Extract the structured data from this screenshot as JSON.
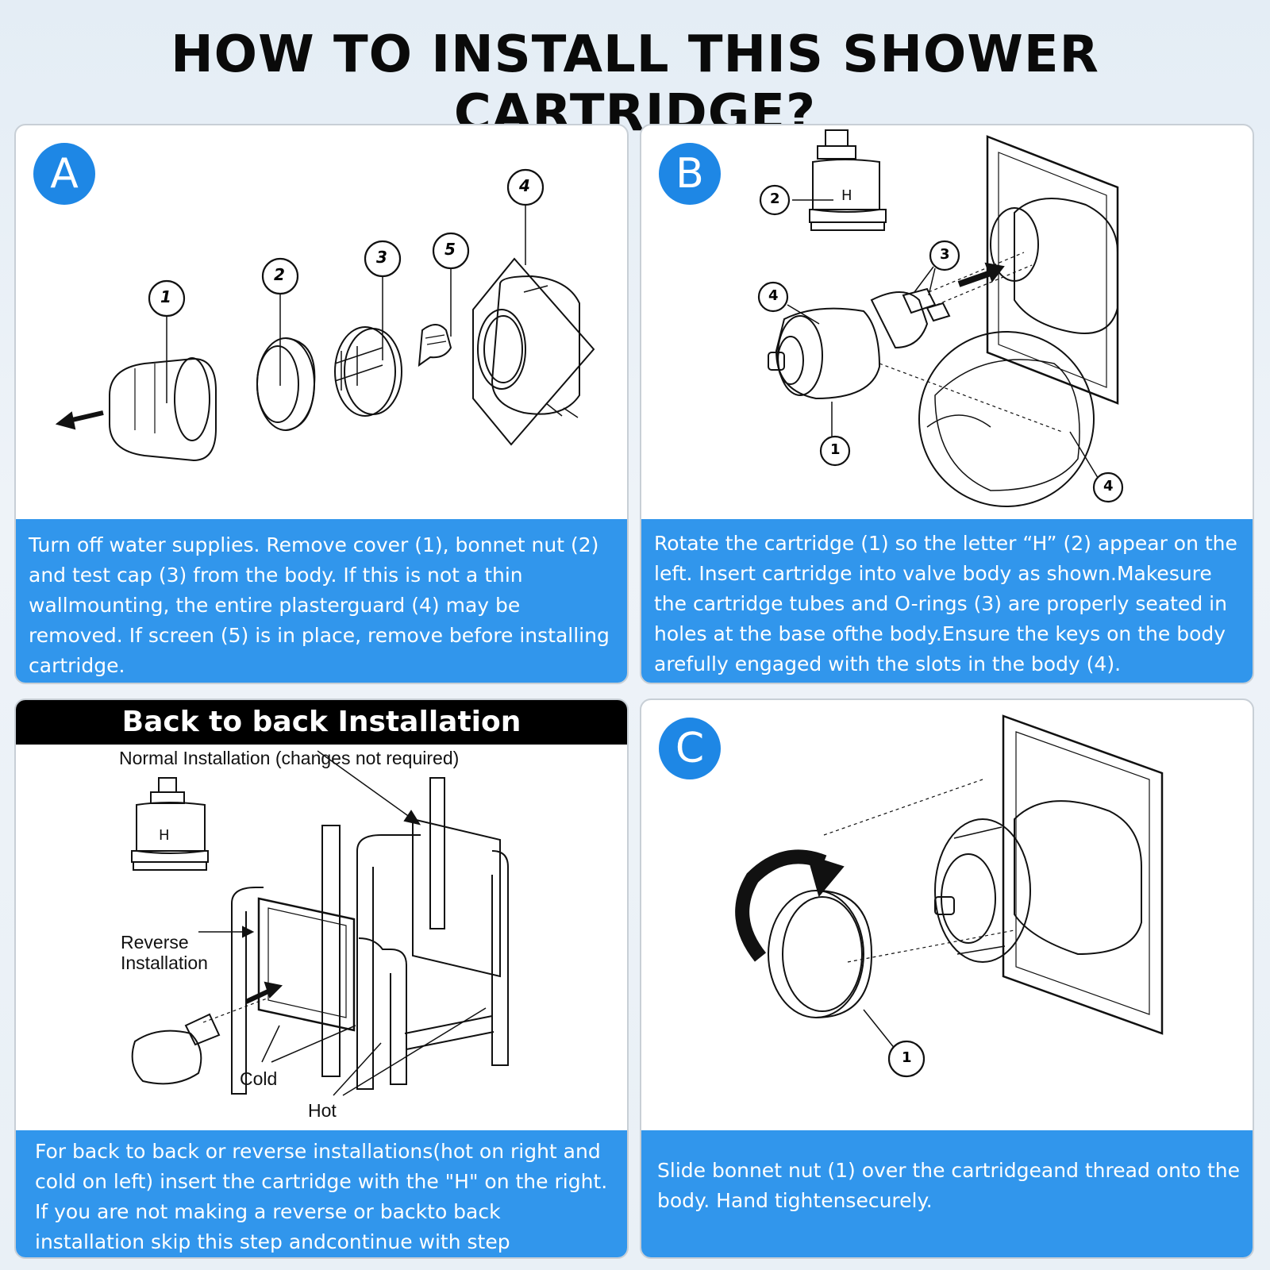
{
  "title": "HOW TO INSTALL THIS SHOWER CARTRIDGE?",
  "panel_a": {
    "badge": "A",
    "callouts": [
      "1",
      "2",
      "3",
      "5",
      "4"
    ],
    "caption": "Turn off water supplies. Remove cover (1), bonnet nut (2) and test cap (3) from the body. If this is not a thin wallmounting, the entire plasterguard (4) may be removed. If screen (5) is in place, remove before installing cartridge."
  },
  "panel_b": {
    "badge": "B",
    "callouts": [
      "2",
      "3",
      "4",
      "1",
      "4"
    ],
    "caption": "Rotate the cartridge (1) so the letter “H” (2) appear on the left. Insert cartridge into valve body as shown.Makesure the cartridge tubes and O-rings (3) are properly seated in holes at the base ofthe body.Ensure the keys on the body arefully engaged with the slots in the body (4)."
  },
  "panel_btb": {
    "header": "Back to back Installation",
    "normal_label": "Normal Installation (changes not required)",
    "reverse_label_1": "Reverse",
    "reverse_label_2": "Installation",
    "cold_label": "Cold",
    "hot_label": "Hot",
    "caption": "For back to back or reverse installations(hot on right and cold on left) insert the cartridge with the \"H\" on the right. If you are not making a reverse or backto back installation skip this step andcontinue with step"
  },
  "panel_c": {
    "badge": "C",
    "callouts": [
      "1"
    ],
    "caption": "Slide bonnet nut (1) over the cartridgeand thread onto the body. Hand tightensecurely."
  },
  "colors": {
    "accent_blue": "#3196ec",
    "badge_blue": "#1e87e5",
    "header_black": "#000000"
  }
}
